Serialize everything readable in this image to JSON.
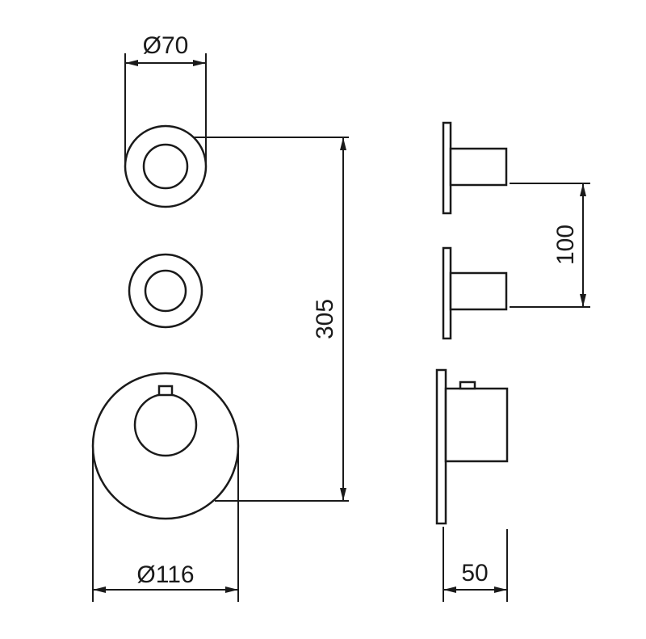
{
  "diagram": {
    "type": "technical-drawing",
    "subject": "concealed-thermostatic-mixer-front-and-side-view",
    "line_color": "#1a1a1a",
    "background_color": "#ffffff",
    "dimensions": {
      "top_handle_diameter": "Ø70",
      "overall_height": "305",
      "bottom_plate_diameter": "Ø116",
      "handle_spacing": "100",
      "depth": "50"
    }
  }
}
